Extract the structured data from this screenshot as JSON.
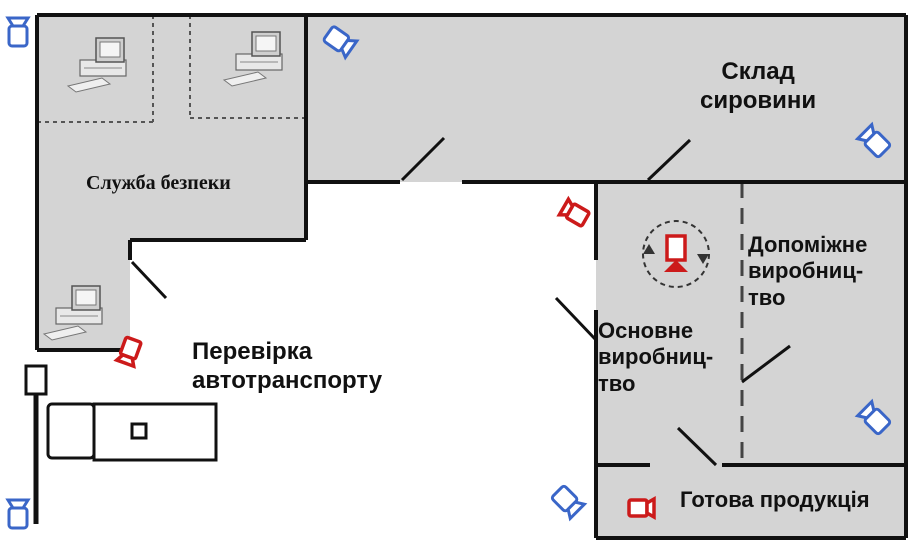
{
  "rooms": {
    "security": {
      "label": "Служба безпеки"
    },
    "raw_storage": {
      "label_line1": "Склад",
      "label_line2": "сировини"
    },
    "main_production": {
      "label_line1": "Основне",
      "label_line2": "виробниц-",
      "label_line3": "тво"
    },
    "aux_production": {
      "label_line1": "Допоміжне",
      "label_line2": "виробниц-",
      "label_line3": "тво"
    },
    "finished_goods": {
      "label": "Готова продукція"
    },
    "vehicle_check": {
      "label_line1": "Перевірка",
      "label_line2": "автотранспорту"
    }
  },
  "colors": {
    "floor": "#d4d4d4",
    "wall": "#111111",
    "camera_fixed": "#3a66c8",
    "camera_active": "#cc1a1a"
  },
  "icons": [
    "computer-icon",
    "camera-icon",
    "rotating-camera-icon",
    "truck-icon",
    "barrier-icon"
  ]
}
